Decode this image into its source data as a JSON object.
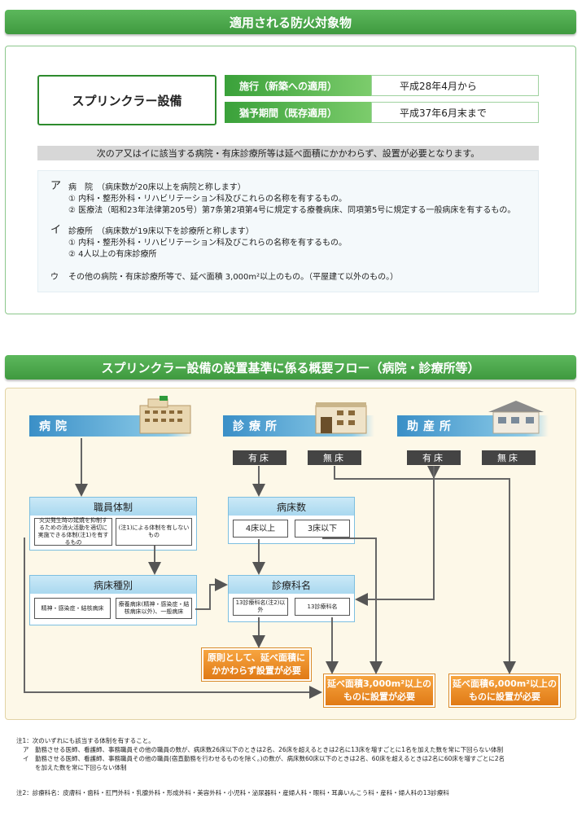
{
  "section1": {
    "title": "適用される防火対象物",
    "equipment": "スプリンクラー設備",
    "rows": [
      {
        "label": "施行（新築への適用）",
        "value": "平成28年4月から"
      },
      {
        "label": "猶予期間（既存適用）",
        "value": "平成37年6月末まで"
      }
    ],
    "condition_text": "次のア又はイに該当する病院・有床診療所等は延べ面積にかかわらず、設置が必要となります。",
    "items": [
      {
        "mark": "ア",
        "text": "病　院　（病床数が20床以上を病院と称します）"
      },
      {
        "mark": "",
        "text": "① 内科・整形外科・リハビリテーション科及びこれらの名称を有するもの。"
      },
      {
        "mark": "",
        "text": "② 医療法（昭和23年法律第205号）第7条第2項第4号に規定する療養病床、同項第5号に規定する一般病床を有するもの。"
      },
      {
        "mark": "イ",
        "text": "診療所　（病床数が19床以下を診療所と称します）"
      },
      {
        "mark": "",
        "text": "① 内科・整形外科・リハビリテーション科及びこれらの名称を有するもの。"
      },
      {
        "mark": "",
        "text": "② 4人以上の有床診療所"
      },
      {
        "mark": "ウ",
        "text": "その他の病院・有床診療所等で、延べ面積 3,000m²以上のもの。（平屋建て以外のもの。）"
      }
    ]
  },
  "section2": {
    "title": "スプリンクラー設備の設置基準に係る概要フロー（病院・診療所等）",
    "categories": {
      "hospital": "病院",
      "clinic": "診療所",
      "maternity": "助産所"
    },
    "labels": {
      "clinic_bed": "有床",
      "clinic_nobed": "無床",
      "mat_bed": "有床",
      "mat_nobed": "無床"
    },
    "staff": {
      "title": "職員体制",
      "left": "火災発生時の延焼を抑制するための消火活動を適切に実施できる体制(注1)を有するもの",
      "right": "(注1)による体制を有しないもの"
    },
    "beds": {
      "title": "病床数",
      "left": "4床以上",
      "right": "3床以下"
    },
    "bedtype": {
      "title": "病床種別",
      "left": "精神・感染症・結核病床",
      "right": "療養病床(精神・感染症・結核病床以外)、一般病床"
    },
    "dept": {
      "title": "診療科名",
      "left": "13診療科名(注2)以外",
      "right": "13診療科名"
    },
    "results": {
      "always": "原則として、延べ面積にかかわらず設置が必要",
      "r3000": "延べ面積3,000m²以上のものに設置が必要",
      "r6000": "延べ面積6,000m²以上のものに設置が必要"
    }
  },
  "notes": {
    "n1_title": "注1：次のいずれにも該当する体制を有すること。",
    "n1_a": "ア　勤務させる医師、看護師、事務職員その他の職員の数が、病床数26床以下のときは2名、26床を超えるときは2名に13床を増すごとに1名を加えた数を常に下回らない体制",
    "n1_b1": "イ　勤務させる医師、看護師、事務職員その他の職員(宿直勤務を行わせるものを除く。)の数が、病床数60床以下のときは2名、60床を超えるときは2名に60床を増すごとに2名",
    "n1_b2": "　　を加えた数を常に下回らない体制",
    "n2": "注2：診療科名：皮膚科・歯科・肛門外科・乳腺外科・形成外科・美容外科・小児科・泌尿器科・産婦人科・眼科・耳鼻いんこう科・産科・婦人科の13診療科"
  }
}
